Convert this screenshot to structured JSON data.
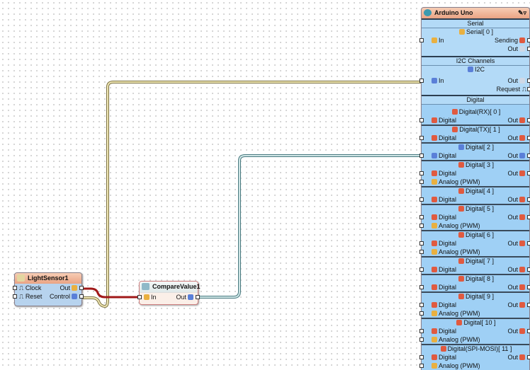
{
  "arduino": {
    "title": "Arduino Uno",
    "serial": {
      "header": "Serial",
      "channel": "Serial[ 0 ]",
      "in": "In",
      "sending": "Sending",
      "out": "Out"
    },
    "i2c": {
      "header": "I2C Channels",
      "channel": "I2C",
      "in": "In",
      "out": "Out",
      "request": "Request"
    },
    "digital": {
      "header": "Digital",
      "pins": [
        {
          "title": "Digital(RX)[ 0 ]",
          "digital": "Digital",
          "out": "Out"
        },
        {
          "title": "Digital(TX)[ 1 ]",
          "digital": "Digital",
          "out": "Out"
        },
        {
          "title": "Digital[ 2 ]",
          "digital": "Digital",
          "out": "Out"
        },
        {
          "title": "Digital[ 3 ]",
          "digital": "Digital",
          "out": "Out",
          "analog": "Analog (PWM)"
        },
        {
          "title": "Digital[ 4 ]",
          "digital": "Digital",
          "out": "Out"
        },
        {
          "title": "Digital[ 5 ]",
          "digital": "Digital",
          "out": "Out",
          "analog": "Analog (PWM)"
        },
        {
          "title": "Digital[ 6 ]",
          "digital": "Digital",
          "out": "Out",
          "analog": "Analog (PWM)"
        },
        {
          "title": "Digital[ 7 ]",
          "digital": "Digital",
          "out": "Out"
        },
        {
          "title": "Digital[ 8 ]",
          "digital": "Digital",
          "out": "Out"
        },
        {
          "title": "Digital[ 9 ]",
          "digital": "Digital",
          "out": "Out",
          "analog": "Analog (PWM)"
        },
        {
          "title": "Digital[ 10 ]",
          "digital": "Digital",
          "out": "Out",
          "analog": "Analog (PWM)"
        },
        {
          "title": "Digital(SPI-MOSI)[ 11 ]",
          "digital": "Digital",
          "out": "Out",
          "analog": "Analog (PWM)"
        }
      ]
    }
  },
  "light_sensor": {
    "title": "LightSensor1",
    "clock": "Clock",
    "reset": "Reset",
    "out": "Out",
    "control": "Control"
  },
  "compare": {
    "title": "CompareValue1",
    "in": "In",
    "out": "Out"
  },
  "colors": {
    "yellow_wire": "#d8cc8a",
    "red_wire": "#a01818",
    "teal_wire": "#6a9aa0"
  }
}
